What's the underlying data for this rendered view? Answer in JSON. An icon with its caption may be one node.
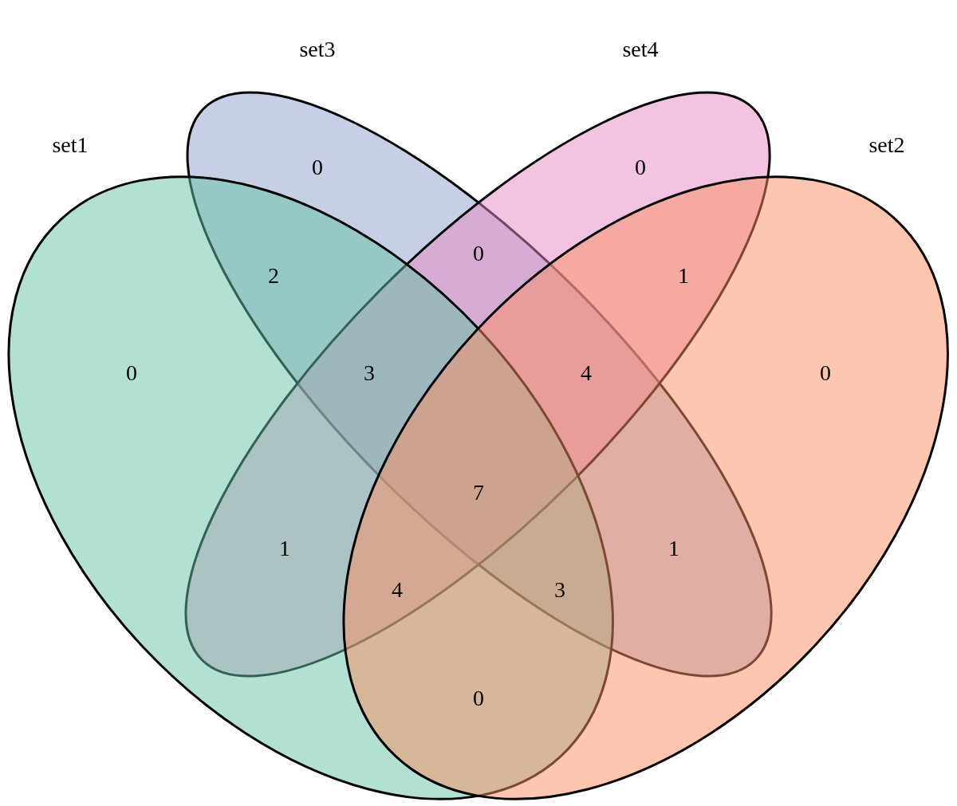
{
  "diagram": {
    "nodes": [
      {
        "text": [
          "set3"
        ]
      },
      {
        "text": [
          "set4"
        ]
      },
      {
        "text": [
          "set1"
        ]
      },
      {
        "text": [
          "set2"
        ]
      }
    ],
    "labels": [
      "0",
      "0",
      "0",
      "2",
      "1",
      "0",
      "3",
      "4",
      "0",
      "7",
      "1",
      "1",
      "4",
      "3",
      "0"
    ]
  }
}
